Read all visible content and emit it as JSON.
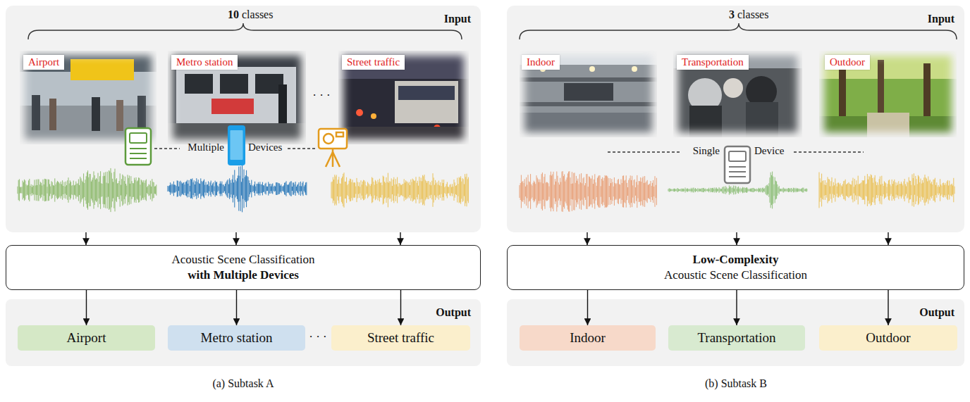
{
  "diagram": {
    "nodes": [
      {
        "text": [
          "Input"
        ]
      },
      {
        "text": [
          "Airport"
        ],
        "in": 0
      },
      {
        "text": [
          "Metro station"
        ],
        "in": 0
      },
      {
        "text": [
          "Street traffic"
        ],
        "in": 0
      },
      {
        "text": [
          "Acoustic Scene Classification",
          "with Multiple Devices"
        ]
      },
      {
        "text": [
          "Output"
        ]
      },
      {
        "text": [
          "Airport"
        ],
        "in": 5
      },
      {
        "text": [
          "Metro station"
        ],
        "in": 5
      },
      {
        "text": [
          "Street traffic"
        ],
        "in": 5
      },
      {
        "text": [
          "Input"
        ]
      },
      {
        "text": [
          "Indoor"
        ],
        "in": 9
      },
      {
        "text": [
          "Transportation"
        ],
        "in": 9
      },
      {
        "text": [
          "Outdoor"
        ],
        "in": 9
      },
      {
        "text": [
          "Low-Complexity",
          "Acoustic Scene Classification"
        ]
      },
      {
        "text": [
          "Output"
        ]
      },
      {
        "text": [
          "Indoor"
        ],
        "in": 14
      },
      {
        "text": [
          "Transportation"
        ],
        "in": 14
      },
      {
        "text": [
          "Outdoor"
        ],
        "in": 14
      }
    ],
    "edges": [
      {
        "from": 0,
        "to": 4,
        "arrow": "to"
      },
      {
        "from": 0,
        "to": 4,
        "arrow": "to"
      },
      {
        "from": 0,
        "to": 4,
        "arrow": "to"
      },
      {
        "from": 4,
        "to": 6,
        "arrow": "to"
      },
      {
        "from": 4,
        "to": 7,
        "arrow": "to"
      },
      {
        "from": 4,
        "to": 8,
        "arrow": "to"
      },
      {
        "from": 9,
        "to": 13,
        "arrow": "to"
      },
      {
        "from": 9,
        "to": 13,
        "arrow": "to"
      },
      {
        "from": 9,
        "to": 13,
        "arrow": "to"
      },
      {
        "from": 13,
        "to": 15,
        "arrow": "to"
      },
      {
        "from": 13,
        "to": 16,
        "arrow": "to"
      },
      {
        "from": 13,
        "to": 17,
        "arrow": "to"
      }
    ],
    "labels": [
      "10",
      "classes",
      "Multiple",
      "Devices",
      "· · ·",
      "· · ·",
      "(a) Subtask A",
      "3",
      "classes",
      "Single",
      "Device",
      "(b) Subtask B"
    ]
  }
}
